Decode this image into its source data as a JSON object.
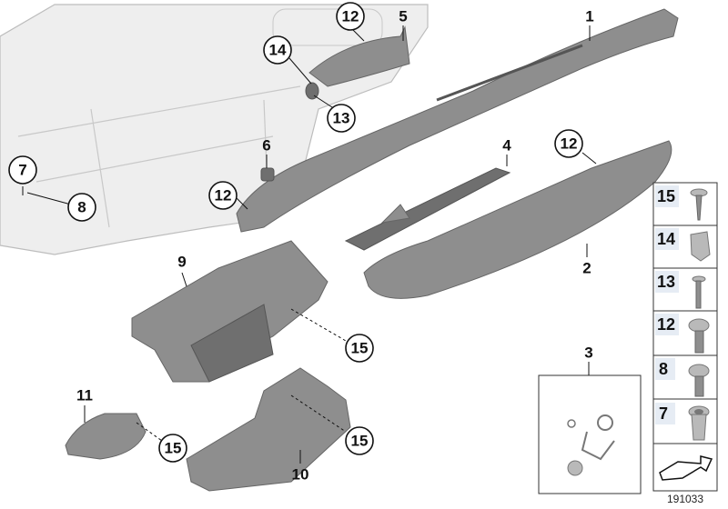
{
  "diagram": {
    "callouts": {
      "c1": "1",
      "c2": "2",
      "c3": "3",
      "c4": "4",
      "c5": "5",
      "c6": "6",
      "c7": "7",
      "c8": "8",
      "c9": "9",
      "c10": "10",
      "c11": "11",
      "c12a": "12",
      "c12b": "12",
      "c12c": "12",
      "c13": "13",
      "c14": "14",
      "c15a": "15",
      "c15b": "15",
      "c15c": "15"
    },
    "legend": [
      {
        "label": "15",
        "icon": "screw-icon"
      },
      {
        "label": "14",
        "icon": "clip-nut-icon"
      },
      {
        "label": "13",
        "icon": "long-screw-icon"
      },
      {
        "label": "12",
        "icon": "bolt-icon"
      },
      {
        "label": "8",
        "icon": "bolt-icon"
      },
      {
        "label": "7",
        "icon": "rivet-nut-icon"
      }
    ],
    "reference_number": "191033",
    "colors": {
      "part": "#8e8e8e",
      "ghost": "#eeeeee",
      "legend_label_bg": "#e6ecf4"
    }
  }
}
